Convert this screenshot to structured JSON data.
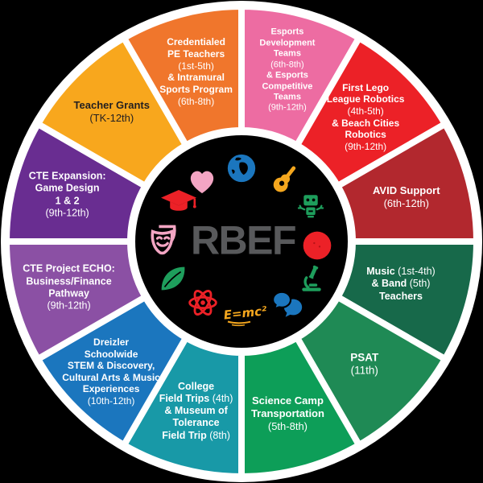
{
  "center": {
    "label": "RBEF",
    "text_color": "#58595B",
    "disc_color": "#000000"
  },
  "wheel": {
    "ring_color": "#FFFFFF",
    "segments": [
      {
        "id": "esports",
        "label_lines": [
          "Esports",
          "Development",
          "Teams",
          "(6th-8th)",
          "& Esports",
          "Competitive",
          "Teams",
          "(9th-12th)"
        ],
        "color": "#ED6CA2",
        "text_color": "#FFFFFF"
      },
      {
        "id": "first-lego-league-robotics",
        "label_lines": [
          "First Lego",
          "League Robotics",
          "(4th-5th)",
          "& Beach Cities",
          "Robotics",
          "(9th-12th)"
        ],
        "color": "#EC2127",
        "text_color": "#FFFFFF"
      },
      {
        "id": "avid-support",
        "label_lines": [
          "AVID Support",
          "(6th-12th)"
        ],
        "color": "#B2282E",
        "text_color": "#FFFFFF"
      },
      {
        "id": "music-band-teachers",
        "label_lines": [
          "Music (1st-4th)",
          "& Band (5th)",
          "Teachers"
        ],
        "color": "#17694A",
        "text_color": "#FFFFFF"
      },
      {
        "id": "psat",
        "label_lines": [
          "PSAT",
          "(11th)"
        ],
        "color": "#1F8A55",
        "text_color": "#FFFFFF"
      },
      {
        "id": "science-camp-transportation",
        "label_lines": [
          "Science Camp",
          "Transportation",
          "(5th-8th)"
        ],
        "color": "#0D9E58",
        "text_color": "#FFFFFF"
      },
      {
        "id": "college-field-trips",
        "label_lines": [
          "College",
          "Field Trips (4th)",
          "& Museum of",
          "Tolerance",
          "Field Trip (8th)"
        ],
        "color": "#1899A7",
        "text_color": "#FFFFFF"
      },
      {
        "id": "dreizler-schoolwide-stem",
        "label_lines": [
          "Dreizler",
          "Schoolwide",
          "STEM & Discovery,",
          "Cultural Arts & Music",
          "Experiences",
          "(10th-12th)"
        ],
        "color": "#1B76BE",
        "text_color": "#FFFFFF"
      },
      {
        "id": "cte-project-echo",
        "label_lines": [
          "CTE Project ECHO:",
          "Business/Finance",
          "Pathway",
          "(9th-12th)"
        ],
        "color": "#8B50A4",
        "text_color": "#FFFFFF"
      },
      {
        "id": "cte-expansion-game-design",
        "label_lines": [
          "CTE Expansion:",
          "Game Design",
          "1 & 2",
          "(9th-12th)"
        ],
        "color": "#692D91",
        "text_color": "#FFFFFF"
      },
      {
        "id": "teacher-grants",
        "label_lines": [
          "Teacher Grants",
          "(TK-12th)"
        ],
        "color": "#F8A71D",
        "text_color": "#231F20"
      },
      {
        "id": "credentialed-pe-teachers",
        "label_lines": [
          "Credentialed",
          "PE Teachers",
          "(1st-5th)",
          "& Intramural",
          "Sports Program",
          "(6th-8th)"
        ],
        "color": "#F0762C",
        "text_color": "#FFFFFF"
      }
    ]
  },
  "icons": [
    {
      "name": "globe-icon",
      "color": "#1B76BE"
    },
    {
      "name": "guitar-icon",
      "color": "#F5A71E"
    },
    {
      "name": "robot-icon",
      "color": "#1E9E5C"
    },
    {
      "name": "ball-icon",
      "color": "#EC2127"
    },
    {
      "name": "microscope-icon",
      "color": "#1E9E5C"
    },
    {
      "name": "speech-bubbles-icon",
      "color": "#1B76BE"
    },
    {
      "name": "einstein-formula-icon",
      "color": "#F5A71E",
      "label": "E=mc²"
    },
    {
      "name": "atom-icon",
      "color": "#EC2127"
    },
    {
      "name": "leaf-icon",
      "color": "#1E9E5C"
    },
    {
      "name": "theater-masks-icon",
      "color": "#F3A5C3"
    },
    {
      "name": "graduation-cap-icon",
      "color": "#EC2127"
    },
    {
      "name": "heart-icon",
      "color": "#F3A5C3"
    }
  ]
}
